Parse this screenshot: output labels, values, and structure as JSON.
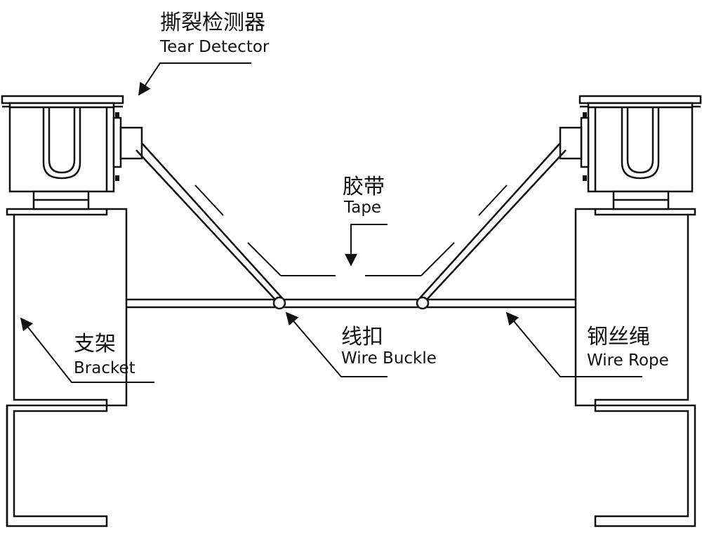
{
  "labels": {
    "tear_detector_zh": "撕裂检测器",
    "tear_detector_en": "Tear Detector",
    "tape_zh": "胶带",
    "tape_en": "Tape",
    "bracket_zh": "支架",
    "bracket_en": "Bracket",
    "wire_buckle_zh": "线扣",
    "wire_buckle_en": "Wire Buckle",
    "wire_rope_zh": "钢丝绳",
    "wire_rope_en": "Wire Rope"
  }
}
